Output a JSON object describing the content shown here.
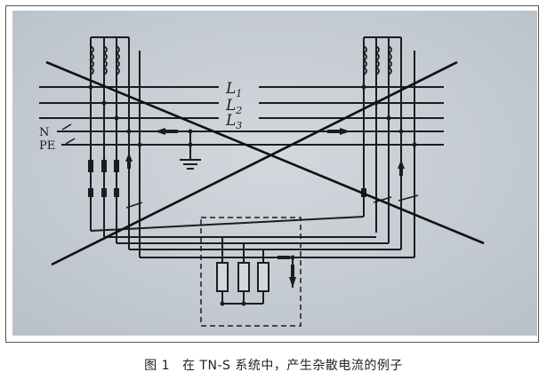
{
  "diagram": {
    "line_labels": [
      "L",
      "L",
      "L"
    ],
    "line_subscripts": [
      "1",
      "2",
      "3"
    ],
    "neutral_label": "N",
    "pe_label": "PE",
    "colors": {
      "paper": "#c9cfd6",
      "ink": "#1c1c1c"
    }
  },
  "caption": {
    "number": "图 1",
    "text": "在 TN-S 系统中，产生杂散电流的例子"
  }
}
